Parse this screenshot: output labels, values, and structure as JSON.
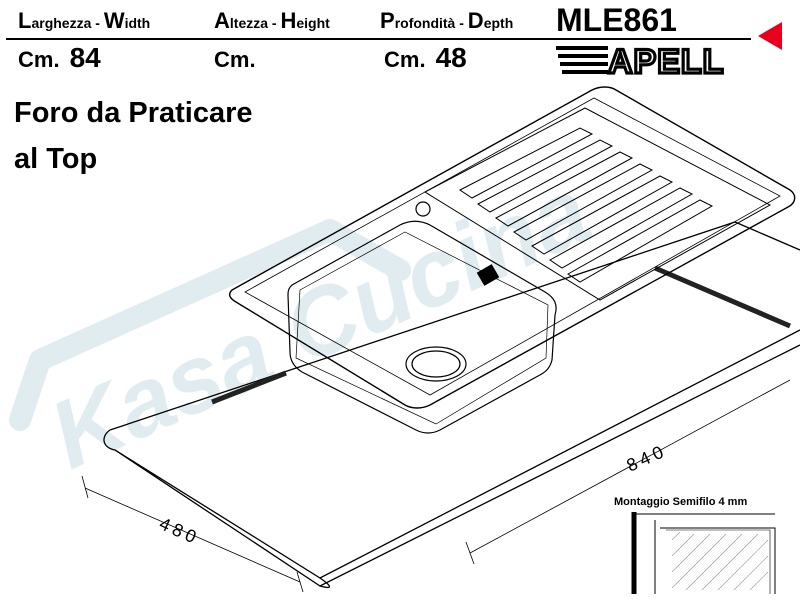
{
  "header": {
    "width": {
      "label_it_cap": "L",
      "label_it_rest": "arghezza - ",
      "label_en_cap": "W",
      "label_en_rest": "idth",
      "unit": "Cm.",
      "value": "84"
    },
    "height": {
      "label_it_cap": "A",
      "label_it_rest": "ltezza - ",
      "label_en_cap": "H",
      "label_en_rest": "eight",
      "unit": "Cm.",
      "value": ""
    },
    "depth": {
      "label_it_cap": "P",
      "label_it_rest": "rofondità - ",
      "label_en_cap": "D",
      "label_en_rest": "epth",
      "unit": "Cm.",
      "value": "48"
    },
    "model": "MLE861",
    "brand": "APELL"
  },
  "title": {
    "line1": "Foro da Praticare",
    "line2": "al Top"
  },
  "drawing": {
    "dim_length": "840",
    "dim_depth": "480",
    "mount_label": "Montaggio Semifilo 4 mm",
    "watermark": "Kasa Cucina"
  },
  "colors": {
    "accent_arrow": "#e8001c",
    "watermark": "#c9dde6",
    "line": "#000000"
  }
}
